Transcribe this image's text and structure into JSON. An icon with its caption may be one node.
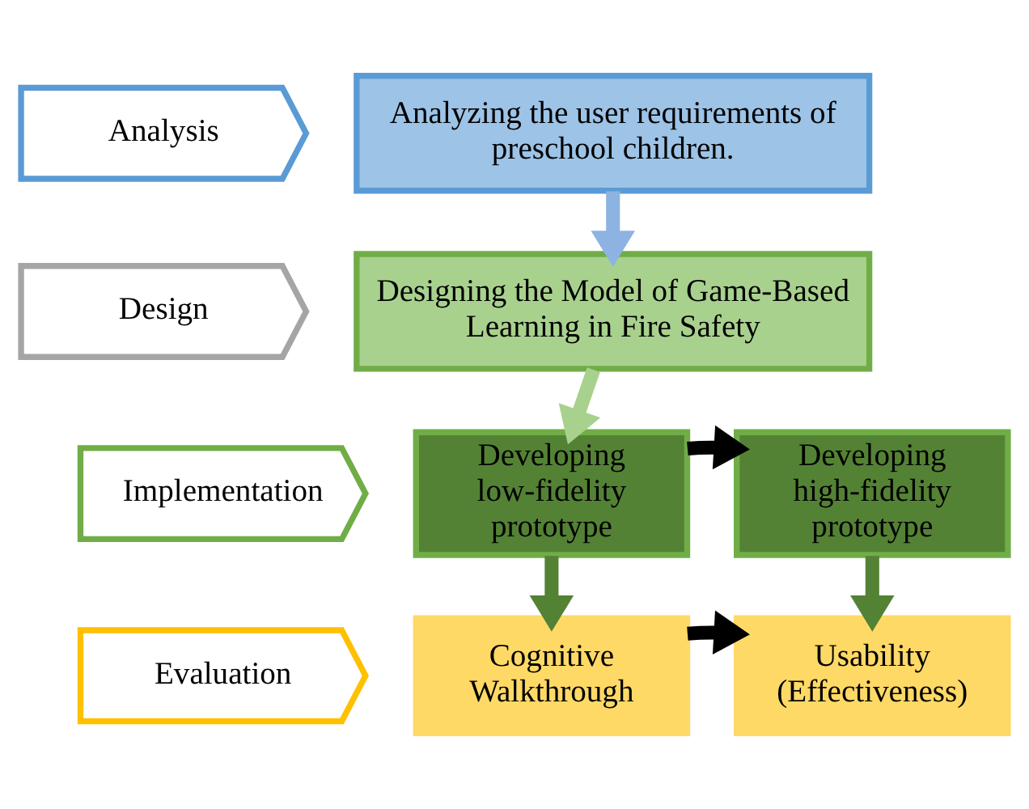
{
  "diagram": {
    "nodes": [
      {
        "text": [
          "Analysis"
        ]
      },
      {
        "text": [
          "Analyzing the user requirements of preschool children."
        ]
      },
      {
        "text": [
          "Design"
        ]
      },
      {
        "text": [
          "Designing the Model of Game-Based Learning in Fire Safety"
        ]
      },
      {
        "text": [
          "Implementation"
        ]
      },
      {
        "text": [
          "Developing low-fidelity prototype"
        ]
      },
      {
        "text": [
          "Developing high-fidelity prototype"
        ]
      },
      {
        "text": [
          "Evaluation"
        ]
      },
      {
        "text": [
          "Cognitive Walkthrough"
        ]
      },
      {
        "text": [
          "Usability (Effectiveness)"
        ]
      }
    ],
    "edges": [
      {
        "from": 1,
        "to": 3,
        "arrow": "to",
        "color": "#8db3e2"
      },
      {
        "from": 3,
        "to": 5,
        "arrow": "to",
        "color": "#a9d18e"
      },
      {
        "from": 5,
        "to": 6,
        "arrow": "to",
        "color": "#000000"
      },
      {
        "from": 5,
        "to": 8,
        "arrow": "to",
        "color": "#548235"
      },
      {
        "from": 6,
        "to": 9,
        "arrow": "to",
        "color": "#548235"
      },
      {
        "from": 8,
        "to": 9,
        "arrow": "to",
        "color": "#000000"
      }
    ]
  }
}
